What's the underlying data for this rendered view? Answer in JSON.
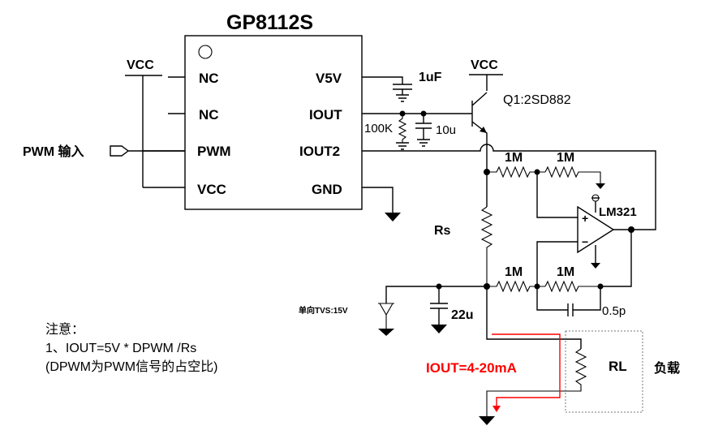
{
  "chip": {
    "title": "GP8112S",
    "left_pins": [
      "NC",
      "NC",
      "PWM",
      "VCC"
    ],
    "right_pins": [
      "V5V",
      "IOUT",
      "IOUT2",
      "GND"
    ]
  },
  "labels": {
    "vcc_left": "VCC",
    "vcc_right": "VCC",
    "pwm_input": "PWM 输入",
    "cap_1uf": "1uF",
    "transistor": "Q1:2SD882",
    "res_100k": "100K",
    "cap_10u": "10u",
    "res_1m_a": "1M",
    "res_1m_b": "1M",
    "res_1m_c": "1M",
    "res_1m_d": "1M",
    "opamp": "LM321",
    "rs": "Rs",
    "tvs": "单向TVS:15V",
    "cap_22u": "22u",
    "cap_05p": "0.5p",
    "iout_range": "IOUT=4-20mA",
    "rl": "RL",
    "load": "负载",
    "plus_sign": "+",
    "minus_sign": "−"
  },
  "note": {
    "title": "注意：",
    "line1": "1、IOUT=5V * DPWM /Rs",
    "line2": "(DPWM为PWM信号的占空比)"
  },
  "colors": {
    "wire": "#000000",
    "current_arrow": "#ff0000",
    "iout_label": "#ff0000",
    "load_box": "#777777"
  }
}
